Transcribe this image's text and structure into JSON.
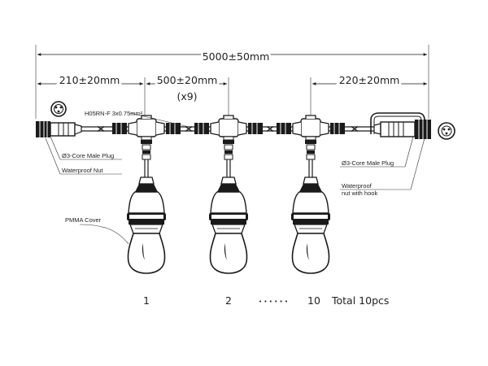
{
  "dimensions": {
    "total": "5000±50mm",
    "first_segment": "210±20mm",
    "spacing": "500±20mm",
    "spacing_count": "(x9)",
    "last_segment": "220±20mm"
  },
  "cable_spec": "H05RN-F  3x0.75mm²",
  "callouts": {
    "left_plug": "Ø3-Core Male Plug",
    "left_nut": "Waterproof Nut",
    "right_plug": "Ø3-Core Male Plug",
    "right_nut_line1": "Waterproof",
    "right_nut_line2": "nut with hook",
    "cover": "PMMA Cover"
  },
  "footer": {
    "label_first": "1",
    "label_second": "2",
    "dots": "• • • • • •",
    "label_last": "10",
    "total": "Total 10pcs"
  }
}
